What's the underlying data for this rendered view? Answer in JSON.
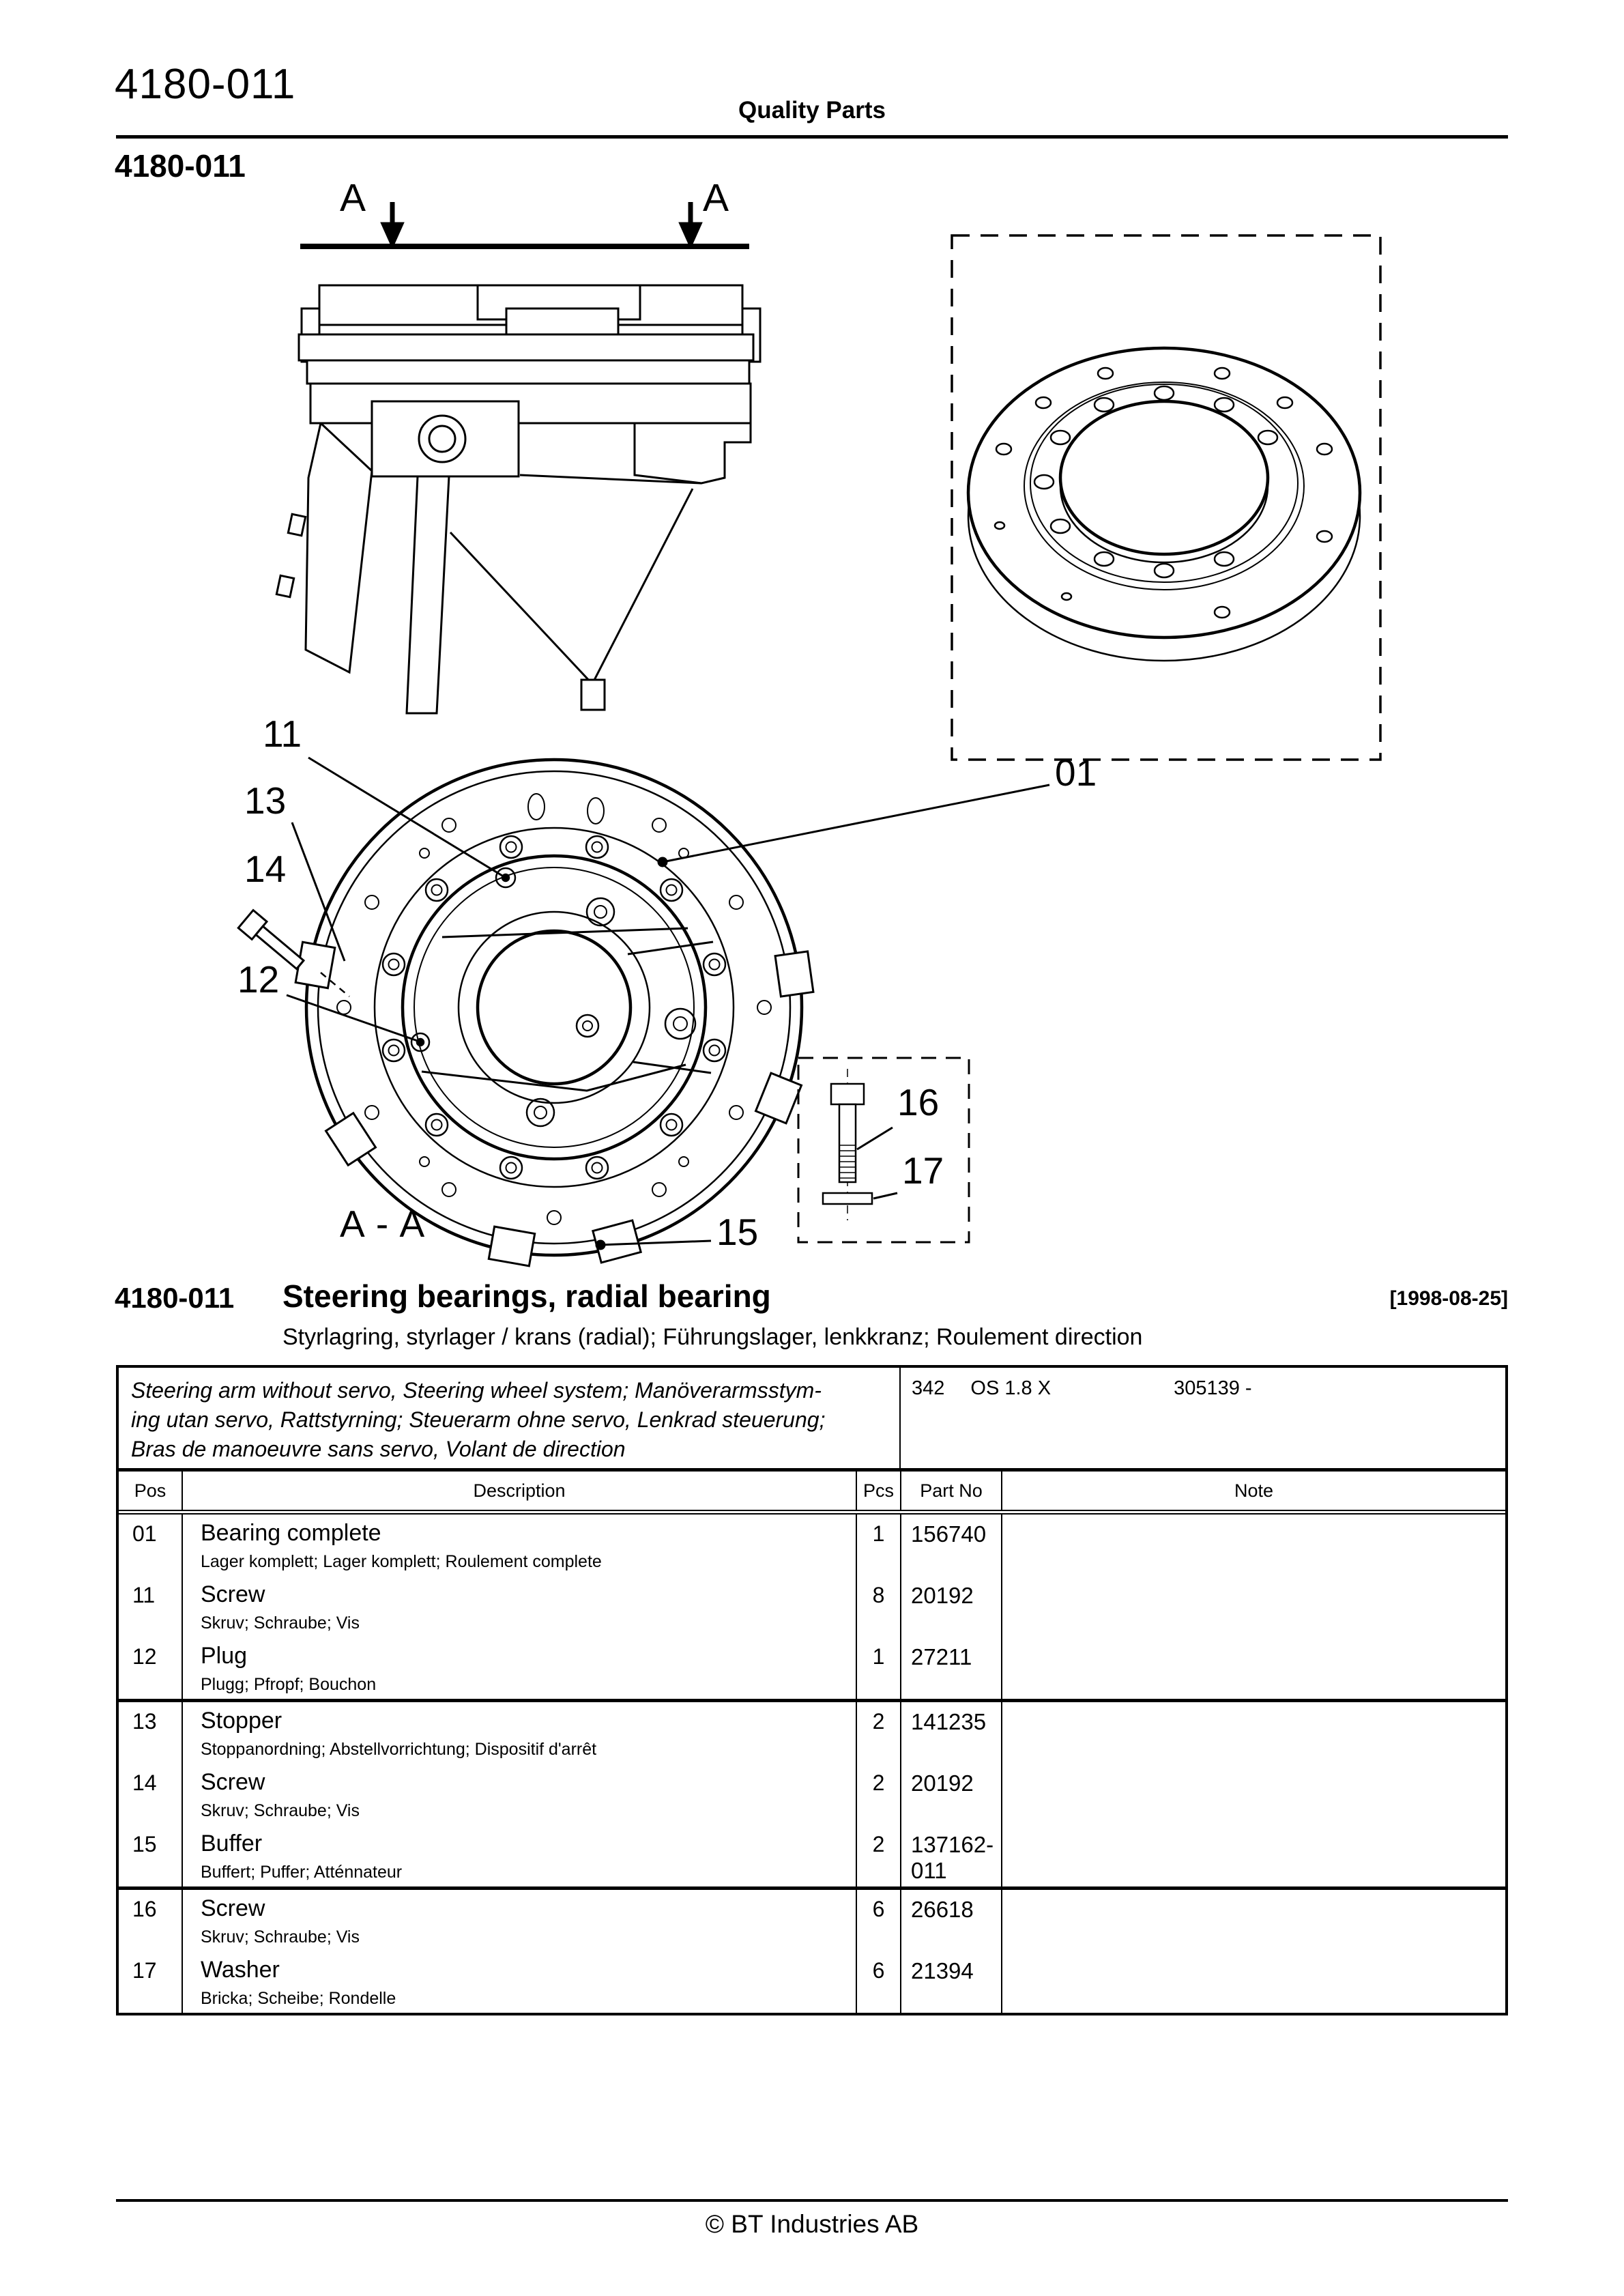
{
  "header": {
    "code": "4180-011",
    "brand": "Quality Parts",
    "section_code": "4180-011"
  },
  "diagram": {
    "section_marker": "A",
    "section_label": "A - A",
    "callouts": {
      "c01": "01",
      "c11": "11",
      "c12": "12",
      "c13": "13",
      "c14": "14",
      "c15": "15",
      "c16": "16",
      "c17": "17"
    }
  },
  "title_block": {
    "code": "4180-011",
    "title": "Steering bearings, radial bearing",
    "date": "[1998-08-25]",
    "subtitle": "Styrlagring, styrlager / krans (radial); Führungslager, lenkkranz; Roulement direction"
  },
  "parts_table": {
    "variant": {
      "desc_line1": "Steering arm without servo, Steering wheel system; Manöverarmsstym-",
      "desc_line2": "ing utan servo, Rattstyrning; Steuerarm ohne servo, Lenkrad steuerung;",
      "desc_line3": "Bras de manoeuvre sans servo, Volant de direction",
      "model": "342",
      "type": "OS 1.8 X",
      "serial": "305139 -"
    },
    "columns": [
      "Pos",
      "Description",
      "Pcs",
      "Part No",
      "Note"
    ],
    "rows": [
      {
        "pos": "01",
        "description": "Bearing complete",
        "translations": "Lager komplett; Lager komplett; Roulement complete",
        "pcs": "1",
        "part_no": "156740",
        "note": "",
        "group_start": false
      },
      {
        "pos": "11",
        "description": "Screw",
        "translations": "Skruv; Schraube; Vis",
        "pcs": "8",
        "part_no": "20192",
        "note": "",
        "group_start": false
      },
      {
        "pos": "12",
        "description": "Plug",
        "translations": "Plugg; Pfropf; Bouchon",
        "pcs": "1",
        "part_no": "27211",
        "note": "",
        "group_start": false
      },
      {
        "pos": "13",
        "description": "Stopper",
        "translations": "Stoppanordning; Abstellvorrichtung; Dispositif d'arrêt",
        "pcs": "2",
        "part_no": "141235",
        "note": "",
        "group_start": true
      },
      {
        "pos": "14",
        "description": "Screw",
        "translations": "Skruv; Schraube; Vis",
        "pcs": "2",
        "part_no": "20192",
        "note": "",
        "group_start": false
      },
      {
        "pos": "15",
        "description": "Buffer",
        "translations": "Buffert; Puffer; Atténnateur",
        "pcs": "2",
        "part_no": "137162-011",
        "note": "",
        "group_start": false
      },
      {
        "pos": "16",
        "description": "Screw",
        "translations": "Skruv; Schraube; Vis",
        "pcs": "6",
        "part_no": "26618",
        "note": "",
        "group_start": true
      },
      {
        "pos": "17",
        "description": "Washer",
        "translations": "Bricka; Scheibe; Rondelle",
        "pcs": "6",
        "part_no": "21394",
        "note": "",
        "group_start": false
      }
    ]
  },
  "footer": {
    "copyright": "© BT Industries AB"
  }
}
